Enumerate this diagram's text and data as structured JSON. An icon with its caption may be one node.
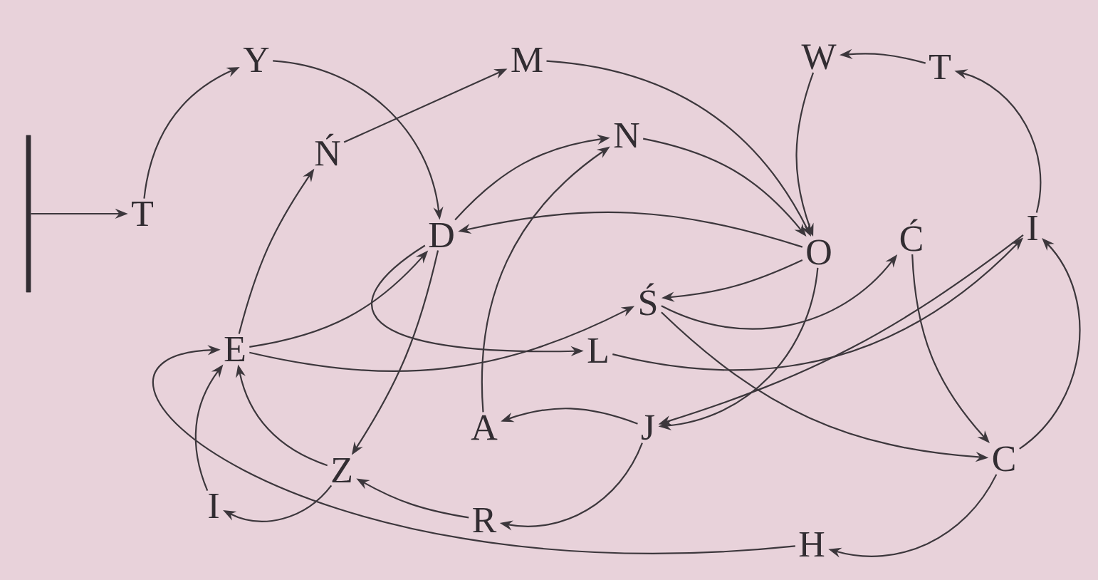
{
  "diagram": {
    "nodes": [
      {
        "text": [],
        "shape": "bar"
      },
      {
        "text": [
          "T"
        ]
      },
      {
        "text": [
          "Y"
        ]
      },
      {
        "text": [
          "Ń"
        ]
      },
      {
        "text": [
          "M"
        ]
      },
      {
        "text": [
          "N"
        ]
      },
      {
        "text": [
          "W"
        ]
      },
      {
        "text": [
          "T"
        ]
      },
      {
        "text": [
          "D"
        ]
      },
      {
        "text": [
          "O"
        ]
      },
      {
        "text": [
          "Ć"
        ]
      },
      {
        "text": [
          "I"
        ]
      },
      {
        "text": [
          "E"
        ]
      },
      {
        "text": [
          "Ś"
        ]
      },
      {
        "text": [
          "L"
        ]
      },
      {
        "text": [
          "A"
        ]
      },
      {
        "text": [
          "J"
        ]
      },
      {
        "text": [
          "C"
        ]
      },
      {
        "text": [
          "Z"
        ]
      },
      {
        "text": [
          "I"
        ]
      },
      {
        "text": [
          "R"
        ]
      },
      {
        "text": [
          "H"
        ]
      }
    ],
    "edges": [
      {
        "from": 0,
        "to": 1,
        "arrow": "to"
      },
      {
        "from": 1,
        "to": 2,
        "arrow": "to"
      },
      {
        "from": 2,
        "to": 8,
        "arrow": "to"
      },
      {
        "from": 3,
        "to": 4,
        "arrow": "to"
      },
      {
        "from": 12,
        "to": 3,
        "arrow": "to"
      },
      {
        "from": 4,
        "to": 9,
        "arrow": "to"
      },
      {
        "from": 5,
        "to": 9,
        "arrow": "to"
      },
      {
        "from": 8,
        "to": 5,
        "arrow": "to"
      },
      {
        "from": 6,
        "to": 9,
        "arrow": "to"
      },
      {
        "from": 11,
        "to": 7,
        "arrow": "to"
      },
      {
        "from": 7,
        "to": 6,
        "arrow": "to"
      },
      {
        "from": 9,
        "to": 8,
        "arrow": "to"
      },
      {
        "from": 9,
        "to": 13,
        "arrow": "to"
      },
      {
        "from": 9,
        "to": 16,
        "arrow": "to"
      },
      {
        "from": 10,
        "to": 17,
        "arrow": "to"
      },
      {
        "from": 13,
        "to": 10,
        "arrow": "to"
      },
      {
        "from": 14,
        "to": 11,
        "arrow": "to"
      },
      {
        "from": 11,
        "to": 16,
        "arrow": "to"
      },
      {
        "from": 17,
        "to": 11,
        "arrow": "to"
      },
      {
        "from": 13,
        "to": 17,
        "arrow": "to"
      },
      {
        "from": 17,
        "to": 21,
        "arrow": "to"
      },
      {
        "from": 21,
        "to": 12,
        "arrow": "to"
      },
      {
        "from": 16,
        "to": 20,
        "arrow": "to"
      },
      {
        "from": 20,
        "to": 18,
        "arrow": "to"
      },
      {
        "from": 18,
        "to": 19,
        "arrow": "to"
      },
      {
        "from": 18,
        "to": 12,
        "arrow": "to"
      },
      {
        "from": 19,
        "to": 12,
        "arrow": "to"
      },
      {
        "from": 8,
        "to": 18,
        "arrow": "to"
      },
      {
        "from": 12,
        "to": 8,
        "arrow": "to"
      },
      {
        "from": 12,
        "to": 13,
        "arrow": "to"
      },
      {
        "from": 8,
        "to": 14,
        "arrow": "to"
      },
      {
        "from": 15,
        "to": 5,
        "arrow": "to"
      },
      {
        "from": 16,
        "to": 15,
        "arrow": "to"
      }
    ]
  }
}
